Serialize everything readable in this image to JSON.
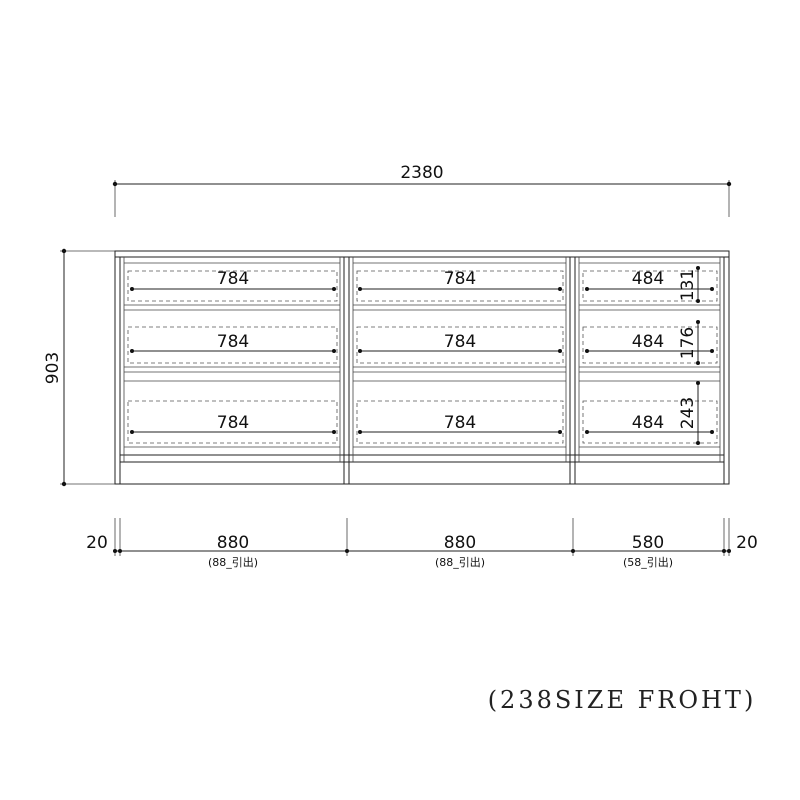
{
  "overall_width": "2380",
  "overall_height": "903",
  "side_left": "20",
  "side_right": "20",
  "sections": [
    {
      "width": "880",
      "note": "(88_引出)"
    },
    {
      "width": "880",
      "note": "(88_引出)"
    },
    {
      "width": "580",
      "note": "(58_引出)"
    }
  ],
  "drawer_inner_widths": {
    "left": [
      "784",
      "784",
      "784"
    ],
    "middle": [
      "784",
      "784",
      "784"
    ],
    "right": [
      "484",
      "484",
      "484"
    ]
  },
  "drawer_heights": [
    "131",
    "176",
    "243"
  ],
  "caption": "(238SIZE FROHT)"
}
